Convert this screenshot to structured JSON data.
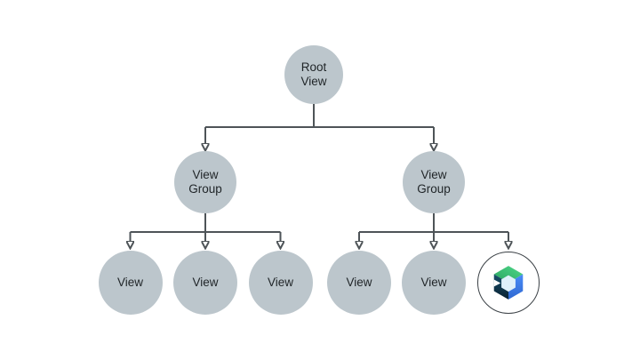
{
  "colors": {
    "background": "#FFFFFF",
    "node_fill": "#BCC6CC",
    "line": "#4E5458",
    "text": "#1F2427",
    "ring": "#3A4045",
    "logo_green_light": "#4FD88A",
    "logo_green_dark": "#2AA35F",
    "logo_blue_light": "#4A8CF8",
    "logo_blue_dark": "#2F68D1",
    "logo_navy_light": "#1A526D",
    "logo_navy_dark": "#081F30",
    "logo_hex": "#DFF0FA"
  },
  "nodes": {
    "root": {
      "label": "Root\nView"
    },
    "left_group": {
      "label": "View\nGroup"
    },
    "right_group": {
      "label": "View\nGroup"
    },
    "left_children": [
      {
        "label": "View"
      },
      {
        "label": "View"
      },
      {
        "label": "View"
      }
    ],
    "right_children": [
      {
        "label": "View"
      },
      {
        "label": "View"
      }
    ],
    "compose": {
      "icon": "jetpack-compose-logo"
    }
  }
}
